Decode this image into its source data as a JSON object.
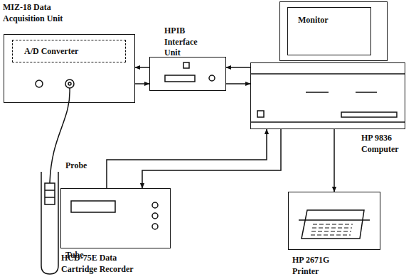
{
  "diagram": {
    "nodes": [
      {
        "text": [
          "MIZ-18 Data Acquisition Unit"
        ]
      },
      {
        "text": [
          "A/D Converter"
        ],
        "in": 0
      },
      {
        "text": [
          "HPIB Interface Unit"
        ]
      },
      {
        "text": [
          "Monitor"
        ]
      },
      {
        "text": [
          "HP 9836 Computer"
        ]
      },
      {
        "text": [
          "HCD-75E Data Cartridge Recorder"
        ]
      },
      {
        "text": [
          "HP 2671G Printer"
        ]
      }
    ],
    "edges": [
      {
        "from": 2,
        "to": 0,
        "arrow": "to"
      },
      {
        "from": 0,
        "to": 2,
        "arrow": "to"
      },
      {
        "from": 4,
        "to": 2,
        "arrow": "to"
      },
      {
        "from": 2,
        "to": 4,
        "arrow": "to"
      },
      {
        "from": 4,
        "to": 5,
        "arrow": "to"
      },
      {
        "from": 5,
        "to": 4,
        "arrow": "to"
      },
      {
        "from": 4,
        "to": 6,
        "arrow": "to"
      }
    ],
    "labels": [
      "Probe",
      "Tube"
    ]
  }
}
